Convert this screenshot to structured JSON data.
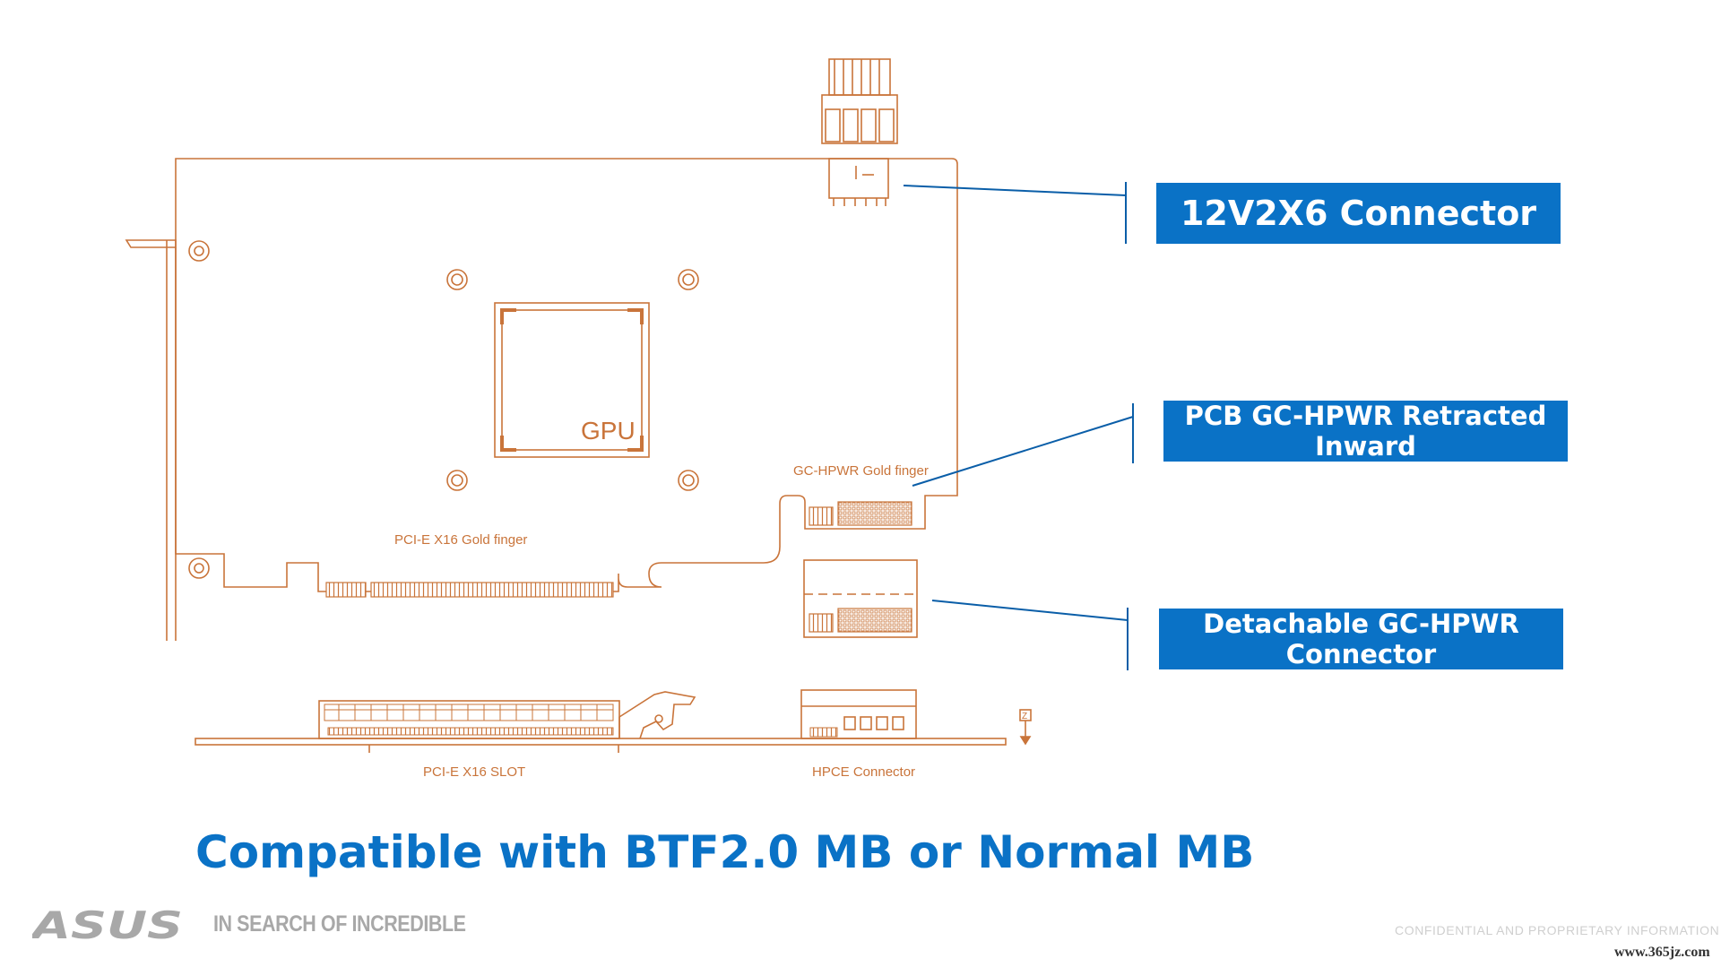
{
  "diagram": {
    "gpu_label": "GPU",
    "labels": {
      "gc_hpwr_gold_finger": "GC-HPWR Gold finger",
      "pcie_x16_gold_finger": "PCI-E X16 Gold finger",
      "pcie_x16_slot": "PCI-E X16 SLOT",
      "hpce_connector": "HPCE Connector",
      "z_marker": "Z"
    }
  },
  "callouts": [
    {
      "text": "12V2X6 Connector"
    },
    {
      "text": "PCB GC-HPWR Retracted Inward"
    },
    {
      "text": "Detachable GC-HPWR Connector"
    }
  ],
  "headline": "Compatible with BTF2.0 MB or Normal MB",
  "footer": {
    "tagline": "IN SEARCH OF INCREDIBLE",
    "confidential": "CONFIDENTIAL AND PROPRIETARY INFORMATION",
    "watermark": "www.365jz.com"
  },
  "brand": {
    "logo": "ASUS",
    "accent_color": "#0a72c6",
    "drawing_color": "#c9743a"
  }
}
